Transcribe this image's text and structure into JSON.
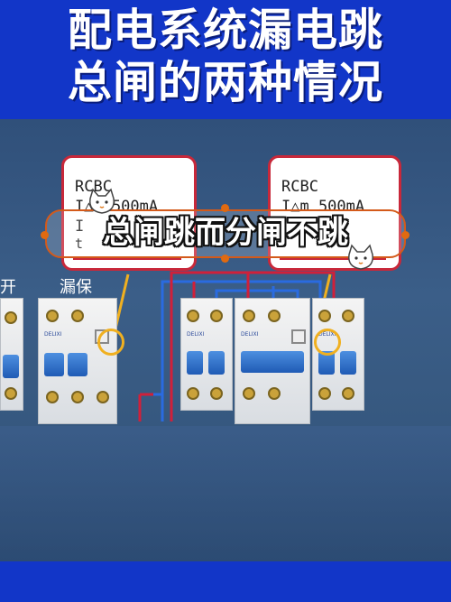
{
  "banner": {
    "line1": "配电系统漏电跳",
    "line2": "总闸的两种情况"
  },
  "cards": [
    {
      "name": "RCBC",
      "rating": "I△n 500mA",
      "frag1": "I",
      "frag2": "t"
    },
    {
      "name": "RCBC",
      "rating": "I△m 500mA",
      "frag1": "",
      "frag2": ""
    }
  ],
  "caption": "总闸跳而分闸不跳",
  "side_labels": {
    "left": "开",
    "rcd": "漏保"
  },
  "colors": {
    "banner": "#1236c8",
    "card_border": "#c8283a",
    "lever": "#1f5bb5",
    "wire_red": "#d0203a",
    "wire_blue": "#2a6be0",
    "highlight_ring": "#f0b020"
  },
  "icons": [
    "cat-sticker-icon",
    "cat-sticker-icon"
  ]
}
